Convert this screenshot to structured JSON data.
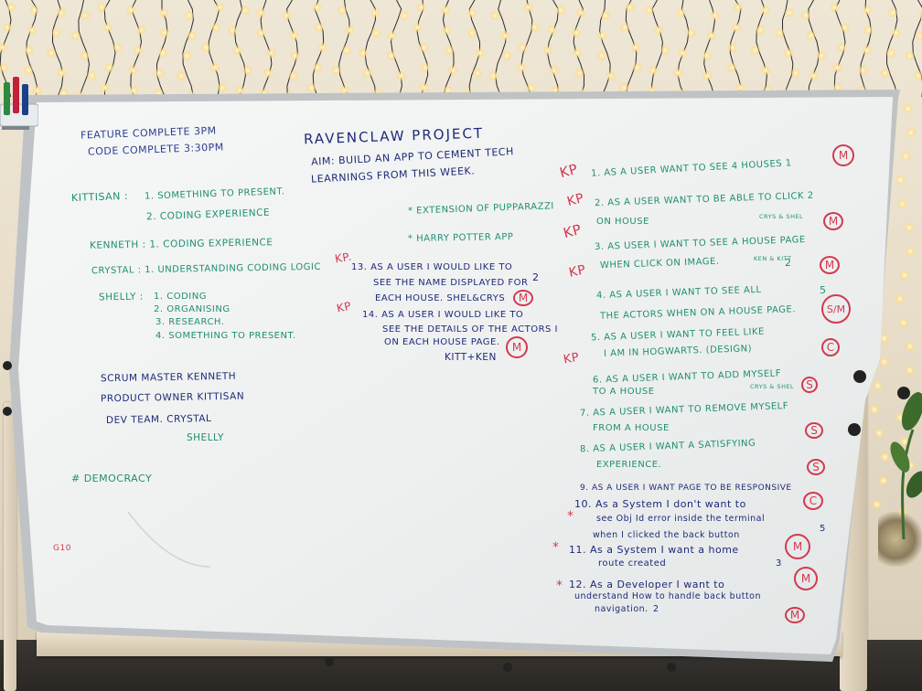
{
  "board": {
    "left_column": {
      "feature_complete": "FEATURE COMPLETE 3PM",
      "code_complete": "CODE COMPLETE 3:30PM",
      "kittisan_label": "KITTISAN :",
      "kittisan_1": "1. SOMETHING TO PRESENT.",
      "kittisan_2": "2. CODING EXPERIENCE",
      "kenneth": "KENNETH : 1. CODING EXPERIENCE",
      "crystal": "CRYSTAL : 1. UNDERSTANDING CODING LOGIC",
      "shelly_label": "SHELLY :",
      "shelly_1": "1. CODING",
      "shelly_2": "2. ORGANISING",
      "shelly_3": "3. RESEARCH.",
      "shelly_4": "4. SOMETHING TO PRESENT.",
      "scrum_master": "SCRUM MASTER  KENNETH",
      "product_owner": "PRODUCT OWNER  KITTISAN",
      "dev_team": "DEV TEAM.  CRYSTAL",
      "dev_team_2": "SHELLY",
      "democracy": "# DEMOCRACY",
      "g10": "G10"
    },
    "middle_column": {
      "title": "RAVENCLAW PROJECT",
      "aim_1": "AIM: BUILD AN APP TO CEMENT TECH",
      "aim_2": "LEARNINGS FROM THIS WEEK.",
      "extension": "* EXTENSION OF PUPPARAZZI",
      "harry_potter": "* HARRY POTTER APP",
      "kp_1": "KP.",
      "story_13_a": "13. AS A USER I WOULD LIKE TO",
      "story_13_b": "SEE THE NAME DISPLAYED FOR",
      "story_13_c": "EACH HOUSE. SHEL&CRYS",
      "story_13_num": "2",
      "kp_2": "KP",
      "story_14_a": "14. AS A USER I WOULD LIKE TO",
      "story_14_b": "SEE THE DETAILS OF THE ACTORS I",
      "story_14_c": "ON EACH HOUSE PAGE.",
      "story_14_owner": "KITT+KEN",
      "badge_m": "M"
    },
    "right_column": {
      "kp_marks": [
        "KP",
        "KP",
        "KP",
        "KP",
        "KP"
      ],
      "s1": "1. AS A USER WANT TO SEE 4 HOUSES 1",
      "s2a": "2. AS A USER WANT TO BE ABLE TO CLICK 2",
      "s2b": "ON HOUSE",
      "s2c": "CRYS & SHEL",
      "s3a": "3. AS USER I WANT TO SEE A HOUSE PAGE",
      "s3b": "WHEN CLICK ON IMAGE.",
      "s3c": "KEN & KITT",
      "s3num": "2",
      "s4a": "4. AS A USER I WANT TO SEE ALL",
      "s4b": "THE ACTORS WHEN ON A HOUSE PAGE.",
      "s4num": "5",
      "s5a": "5. AS A USER I WANT TO FEEL LIKE",
      "s5b": "I AM IN HOGWARTS. (DESIGN)",
      "s6a": "6. AS A USER I WANT TO ADD MYSELF",
      "s6b": "TO A HOUSE",
      "s6c": "CRYS & SHEL",
      "s7a": "7. AS A USER I WANT TO REMOVE MYSELF",
      "s7b": "FROM A HOUSE",
      "s8a": "8. AS A USER I WANT A SATISFYING",
      "s8b": "EXPERIENCE.",
      "s9": "9. AS A USER I WANT PAGE TO BE RESPONSIVE",
      "s10a": "10. As a System I don't want to",
      "s10b": "see Obj Id error inside the terminal",
      "s10c": "when I clicked the back button",
      "s10num": "5",
      "s11a": "11. As a System I want a home",
      "s11b": "route created",
      "s11num": "3",
      "s12a": "12. As a Developer I want to",
      "s12b": "understand How to handle back button",
      "s12c": "navigation.",
      "s12num": "2",
      "badges": [
        "M",
        "M",
        "M",
        "S/M",
        "C",
        "S",
        "S",
        "S",
        "C",
        "M",
        "M",
        "M"
      ],
      "stars": [
        "*",
        "*",
        "*"
      ]
    }
  }
}
